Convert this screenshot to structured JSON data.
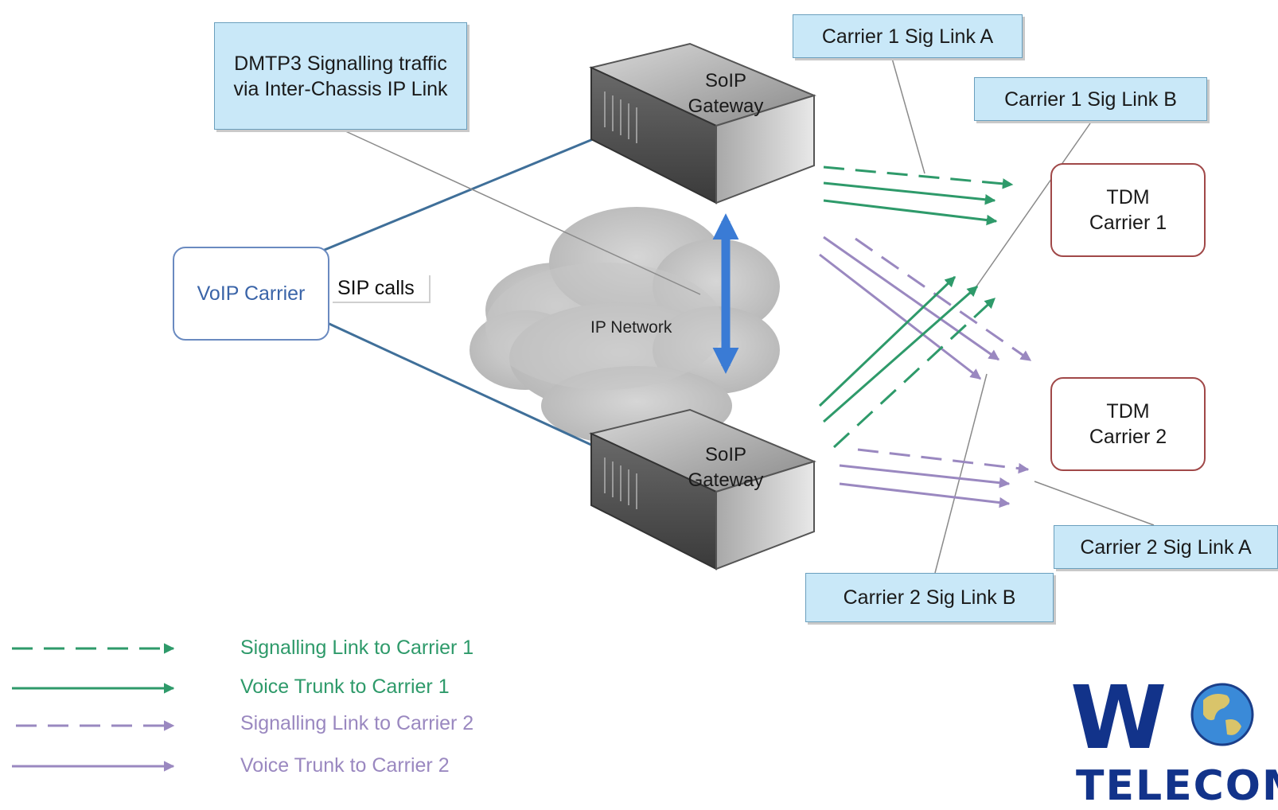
{
  "callouts": {
    "dmtp3": "DMTP3 Signalling traffic via Inter-Chassis IP Link",
    "c1_link_a": "Carrier 1 Sig Link A",
    "c1_link_b": "Carrier 1 Sig Link B",
    "c2_link_a": "Carrier 2 Sig Link A",
    "c2_link_b": "Carrier 2 Sig Link B"
  },
  "nodes": {
    "voip_carrier": "VoIP Carrier",
    "sip_calls": "SIP calls",
    "ip_network": "IP Network",
    "gateway_top": "SoIP Gateway",
    "gateway_bottom": "SoIP Gateway",
    "tdm_carrier_1": "TDM Carrier 1",
    "tdm_carrier_2": "TDM Carrier 2"
  },
  "legend": {
    "signalling_c1": "Signalling Link to Carrier 1",
    "voice_c1": "Voice Trunk to Carrier 1",
    "signalling_c2": "Signalling Link to Carrier 2",
    "voice_c2": "Voice Trunk to Carrier 2"
  },
  "logo": {
    "text": "TELECOM",
    "partial_word": "W"
  },
  "colors": {
    "carrier1": "#2e9a6a",
    "carrier2": "#9a88c0",
    "ip_link": "#3a7bd5",
    "callout_fill": "#c9e8f8",
    "tdm_border": "#a04848",
    "voip_border": "#6a8ac0"
  }
}
